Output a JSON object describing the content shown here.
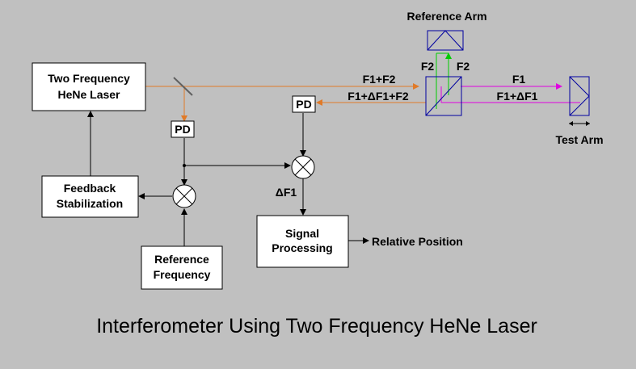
{
  "title": "Interferometer Using Two Frequency HeNe Laser",
  "colors": {
    "background": "#c0c0c0",
    "laser_beam": "#e07a28",
    "reference_beam": "#00cc00",
    "test_beam": "#e000e0",
    "optic": "#0000a0"
  },
  "boxes": {
    "laser": [
      "Two Frequency",
      "HeNe Laser"
    ],
    "feedback": [
      "Feedback",
      "Stabilization"
    ],
    "ref_freq": [
      "Reference",
      "Frequency"
    ],
    "signal": [
      "Signal",
      "Processing"
    ]
  },
  "detectors": {
    "pd_reference": "PD",
    "pd_measurement": "PD"
  },
  "labels": {
    "reference_arm": "Reference Arm",
    "test_arm": "Test Arm",
    "f2_left": "F2",
    "f2_right": "F2",
    "f1_plus_f2": "F1+F2",
    "return_beam": "F1+ΔF1+F2",
    "f1": "F1",
    "f1_plus_df1": "F1+ΔF1",
    "delta_f1": "ΔF1",
    "relative_position": "Relative Position"
  }
}
